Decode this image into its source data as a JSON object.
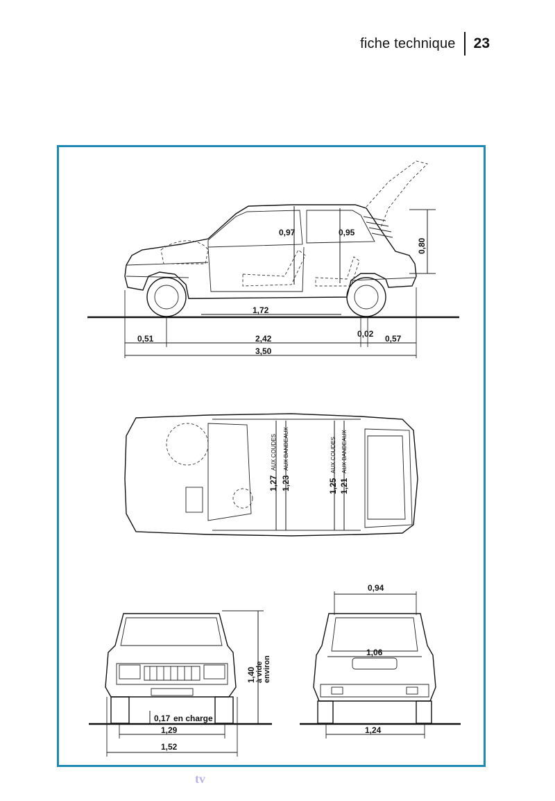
{
  "header": {
    "title": "fiche technique",
    "page_number": "23"
  },
  "views": {
    "side": {
      "door_height_front": "0,97",
      "door_height_rear": "0,95",
      "tailgate_height": "0,80",
      "interior_length": "1,72",
      "front_overhang": "0,51",
      "wheelbase": "2,42",
      "offset": "0,02",
      "rear_overhang": "0,57",
      "total_length": "3,50"
    },
    "top": {
      "front_width_elbows": "1,27",
      "front_width_elbows_note": "AUX COUDES",
      "front_width_bands": "1,23",
      "front_width_bands_note": "AUX BANDEAUX",
      "rear_width_elbows": "1,25",
      "rear_width_elbows_note": "AUX COUDES",
      "rear_width_bands": "1,21",
      "rear_width_bands_note": "AUX BANDEAUX"
    },
    "front": {
      "height": "1,40",
      "height_note_1": "à vide",
      "height_note_2": "environ",
      "ground_clearance": "0,17",
      "ground_clearance_note": "en charge",
      "track": "1,29",
      "width": "1,52"
    },
    "rear": {
      "tailgate_width": "0,94",
      "opening_width": "1,06",
      "track": "1,24"
    }
  },
  "colors": {
    "frame": "#1e8ab4",
    "stamp": "#b9b2e8"
  },
  "stamp_text": "tv"
}
